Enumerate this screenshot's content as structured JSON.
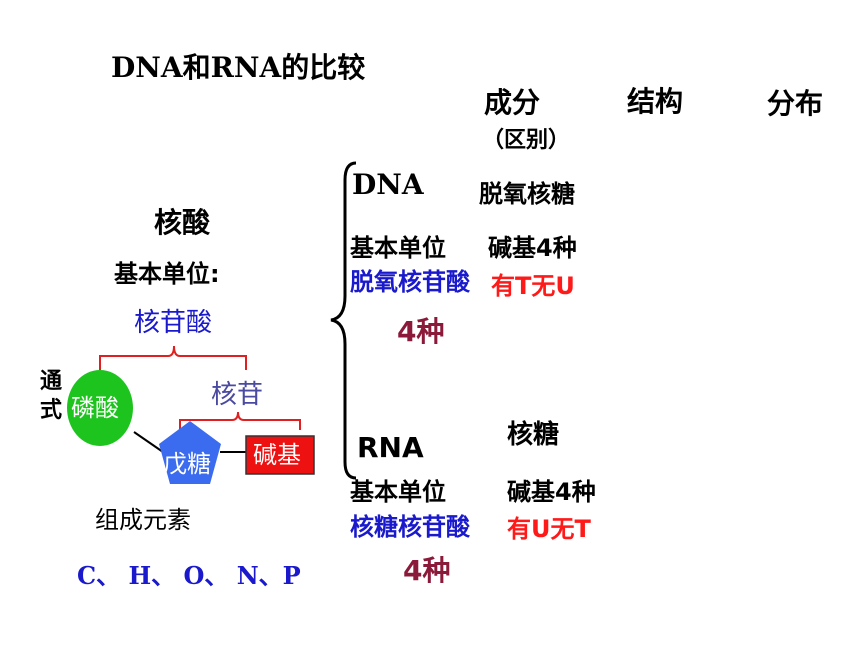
{
  "title": "DNA和RNA的比较",
  "columns": {
    "composition": "成分",
    "composition_sub": "（区别）",
    "structure": "结构",
    "distribution": "分布"
  },
  "left": {
    "nucleic_acid": "核酸",
    "basic_unit": "基本单位:",
    "nucleotide": "核苷酸",
    "general_formula": "通式",
    "phosphate": "磷酸",
    "nucleoside": "核苷",
    "pentose": "戊糖",
    "base": "碱基",
    "elements_label": "组成元素",
    "elements": "C、 H、 O、 N、P"
  },
  "dna": {
    "name": "DNA",
    "sugar": "脱氧核糖",
    "unit_label": "基本单位",
    "unit_name": "脱氧核苷酸",
    "base_types": "碱基4种",
    "base_diff": "有T无U",
    "count": "4种"
  },
  "rna": {
    "name": "RNA",
    "sugar": "核糖",
    "unit_label": "基本单位",
    "unit_name": "核糖核苷酸",
    "base_types": "碱基4种",
    "base_diff": "有U无T",
    "count": "4种"
  },
  "colors": {
    "blue_text": "#1a1acc",
    "red_text": "#ff1a1a",
    "dark_red": "#8b1a3a",
    "bracket_red": "#e02020",
    "phosphate_green": "#1ec41e",
    "pentose_blue": "#3b6cf0",
    "base_red": "#ee1111",
    "nucleoside_purple": "#4a4aa0"
  }
}
